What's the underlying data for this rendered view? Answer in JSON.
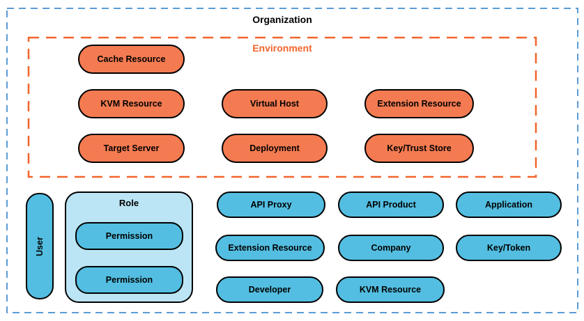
{
  "organization": {
    "label": "Organization"
  },
  "environment": {
    "label": "Environment",
    "nodes": [
      {
        "id": "cache-resource",
        "label": "Cache Resource"
      },
      {
        "id": "kvm-resource",
        "label": "KVM Resource"
      },
      {
        "id": "virtual-host",
        "label": "Virtual Host"
      },
      {
        "id": "extension-resource",
        "label": "Extension Resource"
      },
      {
        "id": "target-server",
        "label": "Target Server"
      },
      {
        "id": "deployment",
        "label": "Deployment"
      },
      {
        "id": "key-trust-store",
        "label": "Key/Trust Store"
      }
    ]
  },
  "user": {
    "label": "User"
  },
  "role": {
    "label": "Role",
    "permissions": [
      {
        "label": "Permission"
      },
      {
        "label": "Permission"
      }
    ]
  },
  "org_nodes": [
    {
      "id": "api-proxy",
      "label": "API Proxy"
    },
    {
      "id": "api-product",
      "label": "API Product"
    },
    {
      "id": "application",
      "label": "Application"
    },
    {
      "id": "extension-resource",
      "label": "Extension Resource"
    },
    {
      "id": "company",
      "label": "Company"
    },
    {
      "id": "key-token",
      "label": "Key/Token"
    },
    {
      "id": "developer",
      "label": "Developer"
    },
    {
      "id": "kvm-resource",
      "label": "KVM Resource"
    }
  ],
  "colors": {
    "organization_border": "#5B9BD5",
    "environment_border": "#F2642C",
    "environment_label": "#F2642C",
    "environment_node_fill": "#F47B51",
    "organization_node_fill": "#53BEE1",
    "role_container_fill": "#BBE5F4",
    "node_border": "#000000",
    "text": "#000000",
    "background": "#FFFFFF"
  }
}
